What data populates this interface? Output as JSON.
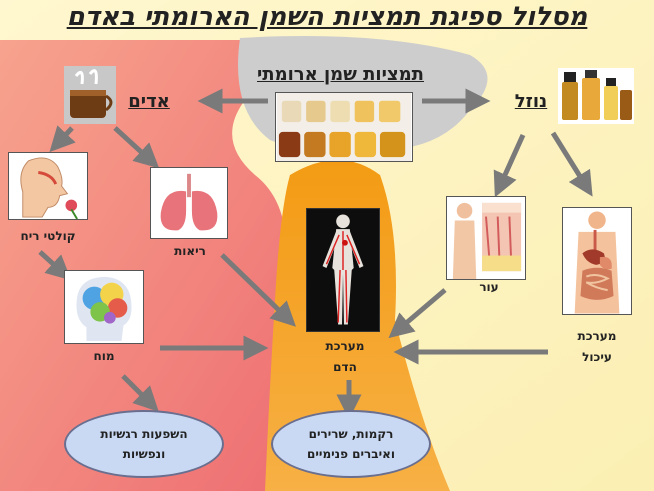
{
  "title": "מסלול ספיגת תמציות השמן הארומתי באדם",
  "nodes": {
    "oil_extract": "תמציות שמן ארומתי",
    "vapor": "אדים",
    "liquid": "נוזל",
    "olfactory": "קולטי ריח",
    "lungs": "ריאות",
    "brain": "מוח",
    "blood_system": [
      "מערכת",
      "הדם"
    ],
    "skin": "עור",
    "digestive": [
      "מערכת",
      "עיכול"
    ],
    "emotional": [
      "השפעות רגשיות",
      "ונפשיות"
    ],
    "tissues": [
      "רקמות, שרירים",
      "ואיברים פנימיים"
    ]
  },
  "colors": {
    "left_region": "#f2807a",
    "right_region": "#fdf6c6",
    "top_region": "#c8c8c8",
    "center_region": "#f5920f",
    "ellipse_fill": "#c9d9f4",
    "arrow": "#7a7a7a"
  }
}
